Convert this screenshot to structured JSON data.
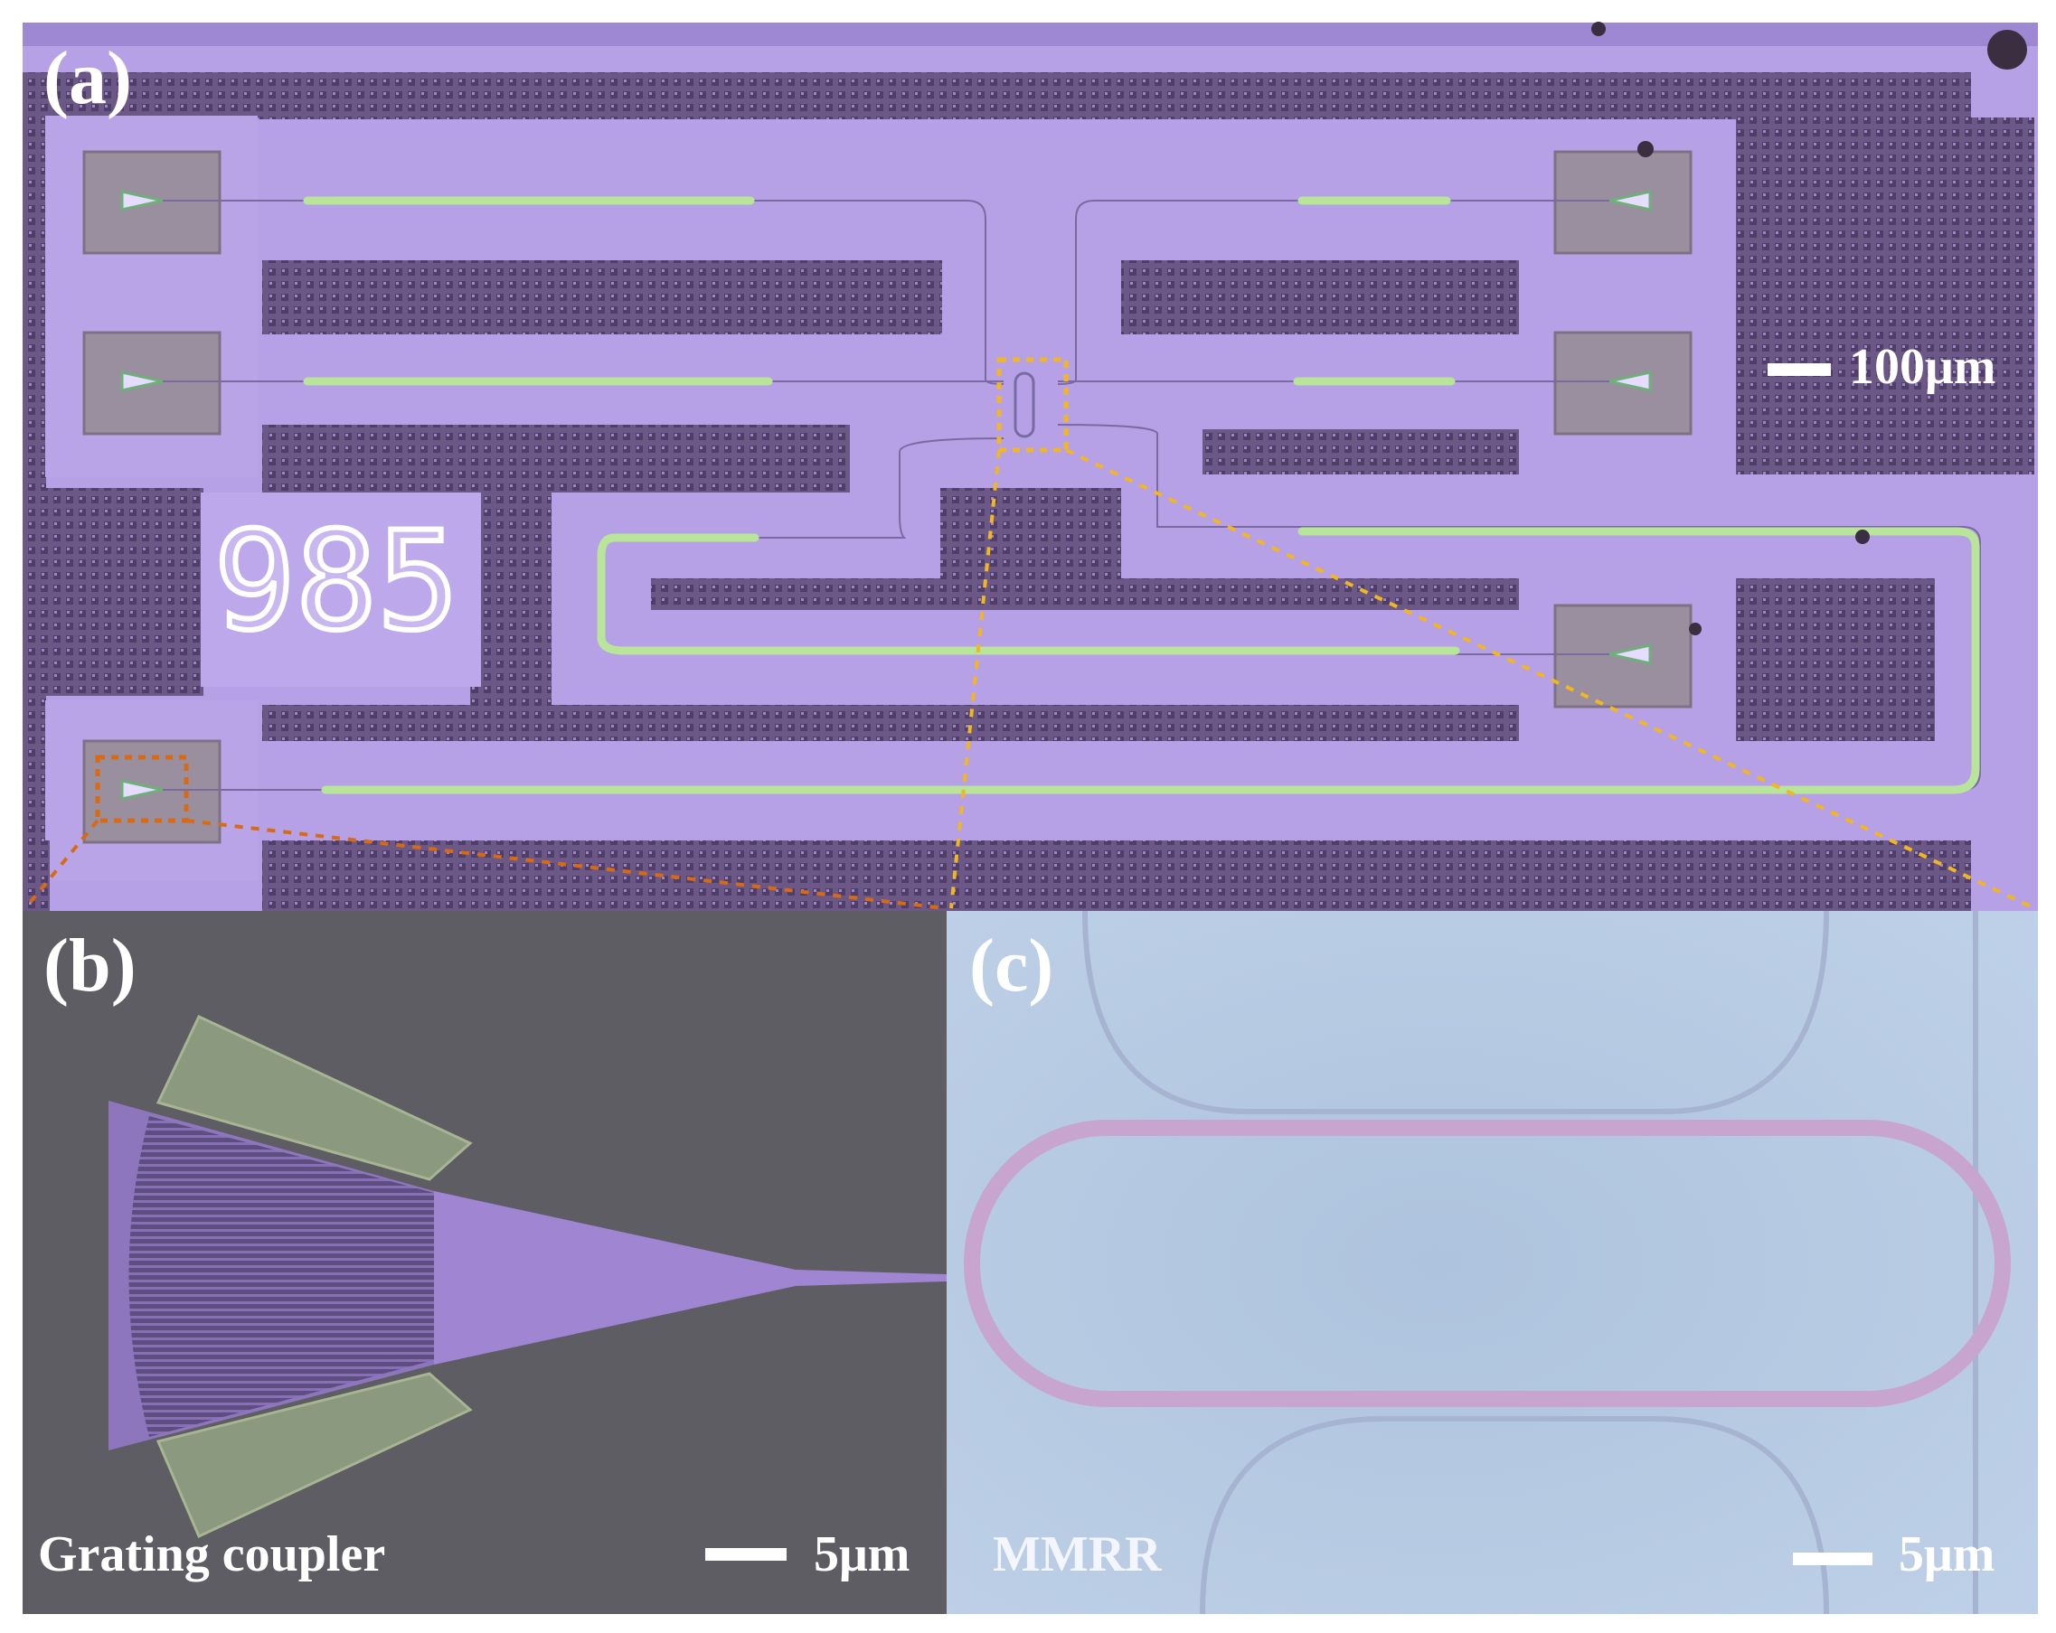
{
  "panels": {
    "a": {
      "label": "(a)",
      "chip_number": "985",
      "scale_bar_label": "100μm"
    },
    "b": {
      "label": "(b)",
      "caption": "Grating coupler",
      "scale_bar_label": "5μm"
    },
    "c": {
      "label": "(c)",
      "caption": "MMRR",
      "scale_bar_label": "5μm"
    }
  },
  "colors": {
    "chip_bg": "#b49be3",
    "fill_pattern": "#6a5685",
    "waveguide_green": "#b9e39c",
    "panel_b_bg": "#5d5c63",
    "panel_c_bg": "#b8cce3",
    "zoom_box_orange": "#d96a14",
    "zoom_box_yellow": "#f0b623"
  }
}
